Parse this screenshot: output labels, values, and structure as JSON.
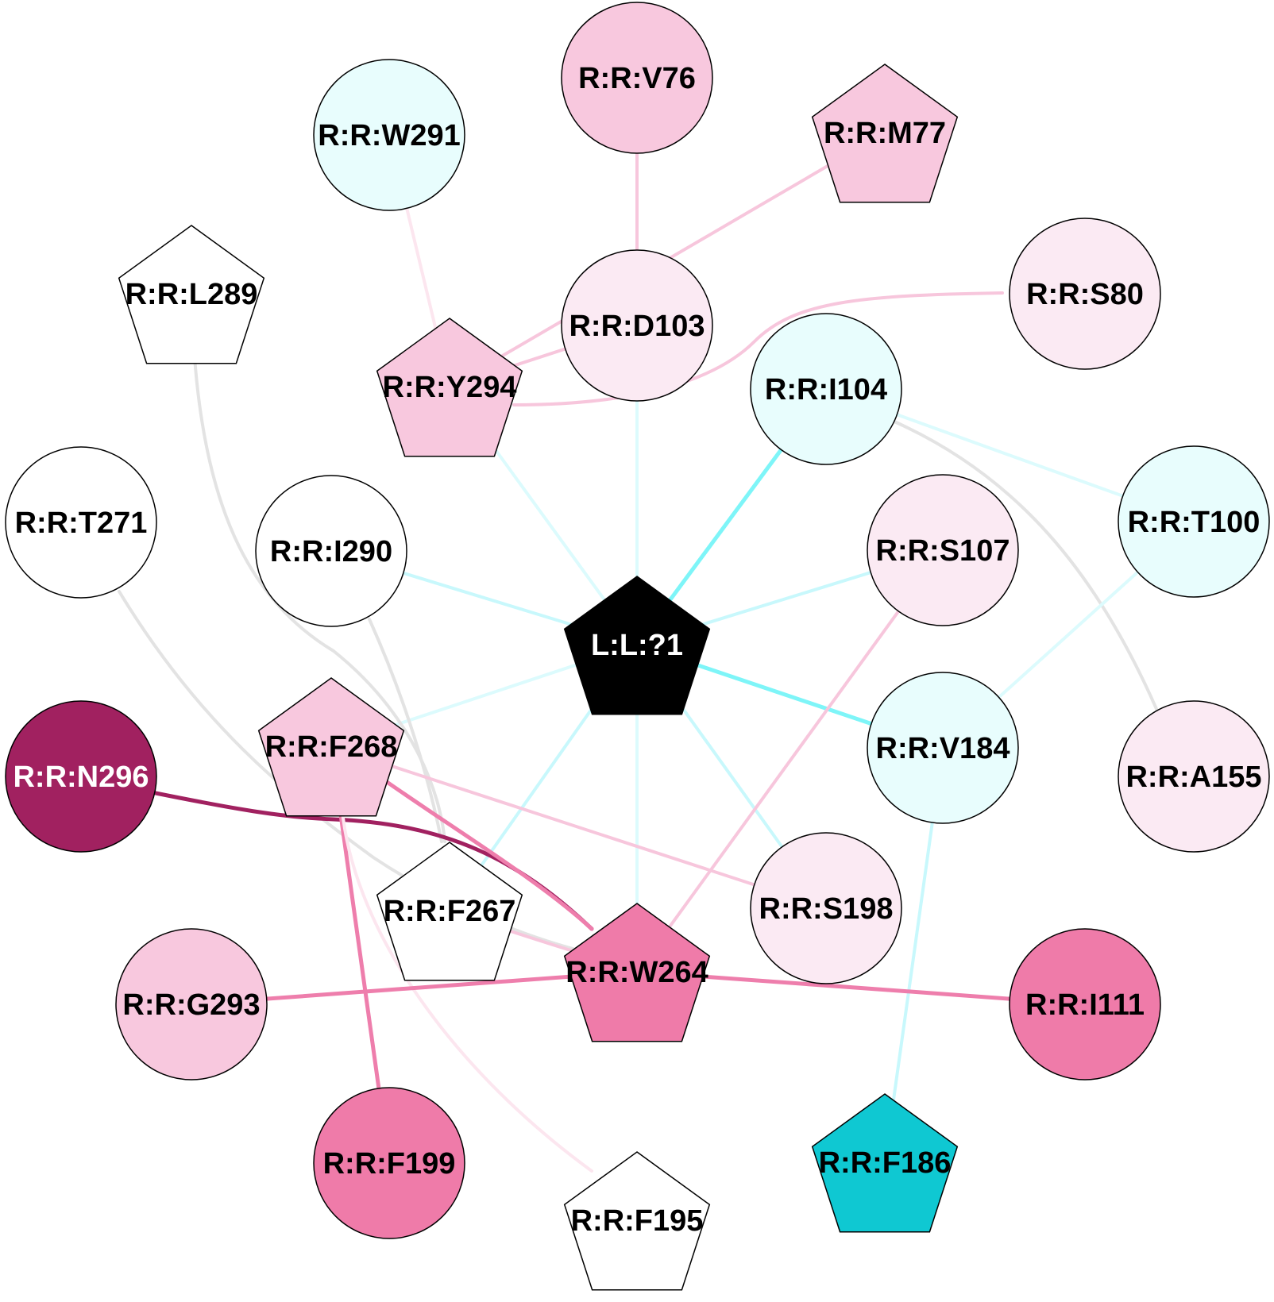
{
  "colors": {
    "white": "#ffffff",
    "cyan_light": "#e8fdfd",
    "pink_light": "#fbeaf3",
    "pink_medium": "#f8c8de",
    "pink_dark": "#ef7ba9",
    "magenta": "#a12160",
    "teal": "#0fc8d2",
    "black": "#000000",
    "edge_cyan_pale": "#dcfbfd",
    "edge_cyan": "#c8f8fc",
    "edge_cyan_strong": "#7ef5f8",
    "edge_pink_pale": "#fce6ef",
    "edge_pink": "#f7c6dc",
    "edge_pink_strong": "#ee7eac",
    "edge_grey": "#e3e3e3",
    "edge_magenta": "#a12160"
  },
  "nodes": [
    {
      "id": "L1",
      "label": "L:L:?1",
      "shape": "pentagon",
      "fill": "black",
      "text": "white"
    },
    {
      "id": "V76",
      "label": "R:R:V76",
      "shape": "circle",
      "fill": "pink_medium",
      "text": "black"
    },
    {
      "id": "M77",
      "label": "R:R:M77",
      "shape": "pentagon",
      "fill": "pink_medium",
      "text": "black"
    },
    {
      "id": "W291",
      "label": "R:R:W291",
      "shape": "circle",
      "fill": "cyan_light",
      "text": "black"
    },
    {
      "id": "L289",
      "label": "R:R:L289",
      "shape": "pentagon",
      "fill": "white",
      "text": "black"
    },
    {
      "id": "S80",
      "label": "R:R:S80",
      "shape": "circle",
      "fill": "pink_light",
      "text": "black"
    },
    {
      "id": "D103",
      "label": "R:R:D103",
      "shape": "circle",
      "fill": "pink_light",
      "text": "black"
    },
    {
      "id": "Y294",
      "label": "R:R:Y294",
      "shape": "pentagon",
      "fill": "pink_medium",
      "text": "black"
    },
    {
      "id": "I104",
      "label": "R:R:I104",
      "shape": "circle",
      "fill": "cyan_light",
      "text": "black"
    },
    {
      "id": "T271",
      "label": "R:R:T271",
      "shape": "circle",
      "fill": "white",
      "text": "black"
    },
    {
      "id": "I290",
      "label": "R:R:I290",
      "shape": "circle",
      "fill": "white",
      "text": "black"
    },
    {
      "id": "S107",
      "label": "R:R:S107",
      "shape": "circle",
      "fill": "pink_light",
      "text": "black"
    },
    {
      "id": "T100",
      "label": "R:R:T100",
      "shape": "circle",
      "fill": "cyan_light",
      "text": "black"
    },
    {
      "id": "N296",
      "label": "R:R:N296",
      "shape": "circle",
      "fill": "magenta",
      "text": "white"
    },
    {
      "id": "F268",
      "label": "R:R:F268",
      "shape": "pentagon",
      "fill": "pink_medium",
      "text": "black"
    },
    {
      "id": "V184",
      "label": "R:R:V184",
      "shape": "circle",
      "fill": "cyan_light",
      "text": "black"
    },
    {
      "id": "A155",
      "label": "R:R:A155",
      "shape": "circle",
      "fill": "pink_light",
      "text": "black"
    },
    {
      "id": "F267",
      "label": "R:R:F267",
      "shape": "pentagon",
      "fill": "white",
      "text": "black"
    },
    {
      "id": "S198",
      "label": "R:R:S198",
      "shape": "circle",
      "fill": "pink_light",
      "text": "black"
    },
    {
      "id": "W264",
      "label": "R:R:W264",
      "shape": "pentagon",
      "fill": "pink_dark",
      "text": "black"
    },
    {
      "id": "G293",
      "label": "R:R:G293",
      "shape": "circle",
      "fill": "pink_medium",
      "text": "black"
    },
    {
      "id": "I111",
      "label": "R:R:I111",
      "shape": "circle",
      "fill": "pink_dark",
      "text": "black"
    },
    {
      "id": "F199",
      "label": "R:R:F199",
      "shape": "circle",
      "fill": "pink_dark",
      "text": "black"
    },
    {
      "id": "F186",
      "label": "R:R:F186",
      "shape": "pentagon",
      "fill": "teal",
      "text": "black"
    },
    {
      "id": "F195",
      "label": "R:R:F195",
      "shape": "pentagon",
      "fill": "white",
      "text": "black"
    }
  ],
  "edges": [
    {
      "from": "L1",
      "to": "D103",
      "color": "edge_cyan_pale",
      "weight": 1
    },
    {
      "from": "L1",
      "to": "Y294",
      "color": "edge_cyan_pale",
      "weight": 1
    },
    {
      "from": "L1",
      "to": "I104",
      "color": "edge_cyan_strong",
      "weight": 2
    },
    {
      "from": "L1",
      "to": "I290",
      "color": "edge_cyan",
      "weight": 1
    },
    {
      "from": "L1",
      "to": "S107",
      "color": "edge_cyan",
      "weight": 1
    },
    {
      "from": "L1",
      "to": "F268",
      "color": "edge_cyan_pale",
      "weight": 1
    },
    {
      "from": "L1",
      "to": "V184",
      "color": "edge_cyan_strong",
      "weight": 2
    },
    {
      "from": "L1",
      "to": "F267",
      "color": "edge_cyan",
      "weight": 1
    },
    {
      "from": "L1",
      "to": "W264",
      "color": "edge_cyan_pale",
      "weight": 1
    },
    {
      "from": "L1",
      "to": "S198",
      "color": "edge_cyan",
      "weight": 1
    },
    {
      "from": "V76",
      "to": "D103",
      "color": "edge_pink",
      "weight": 1
    },
    {
      "from": "M77",
      "to": "Y294",
      "color": "edge_pink",
      "weight": 1
    },
    {
      "from": "W291",
      "to": "Y294",
      "color": "edge_pink_pale",
      "weight": 1
    },
    {
      "from": "S80",
      "to": "Y294",
      "color": "edge_pink",
      "weight": 1
    },
    {
      "from": "D103",
      "to": "Y294",
      "color": "edge_pink",
      "weight": 1
    },
    {
      "from": "I104",
      "to": "T100",
      "color": "edge_cyan_pale",
      "weight": 1
    },
    {
      "from": "I104",
      "to": "A155",
      "color": "edge_grey",
      "weight": 1
    },
    {
      "from": "T100",
      "to": "V184",
      "color": "edge_cyan_pale",
      "weight": 1
    },
    {
      "from": "V184",
      "to": "F186",
      "color": "edge_cyan",
      "weight": 1
    },
    {
      "from": "S107",
      "to": "W264",
      "color": "edge_pink",
      "weight": 1
    },
    {
      "from": "L289",
      "to": "F267",
      "color": "edge_grey",
      "weight": 1
    },
    {
      "from": "I290",
      "to": "F267",
      "color": "edge_grey",
      "weight": 1
    },
    {
      "from": "T271",
      "to": "W264",
      "color": "edge_grey",
      "weight": 1
    },
    {
      "from": "N296",
      "to": "W264",
      "color": "edge_magenta",
      "weight": 2
    },
    {
      "from": "F268",
      "to": "W264",
      "color": "edge_pink_strong",
      "weight": 2
    },
    {
      "from": "F268",
      "to": "S198",
      "color": "edge_pink",
      "weight": 1
    },
    {
      "from": "F268",
      "to": "F199",
      "color": "edge_pink_strong",
      "weight": 2
    },
    {
      "from": "F268",
      "to": "F195",
      "color": "edge_pink_pale",
      "weight": 1
    },
    {
      "from": "F267",
      "to": "W264",
      "color": "edge_pink",
      "weight": 1
    },
    {
      "from": "W264",
      "to": "G293",
      "color": "edge_pink_strong",
      "weight": 2
    },
    {
      "from": "W264",
      "to": "I111",
      "color": "edge_pink_strong",
      "weight": 2
    }
  ]
}
